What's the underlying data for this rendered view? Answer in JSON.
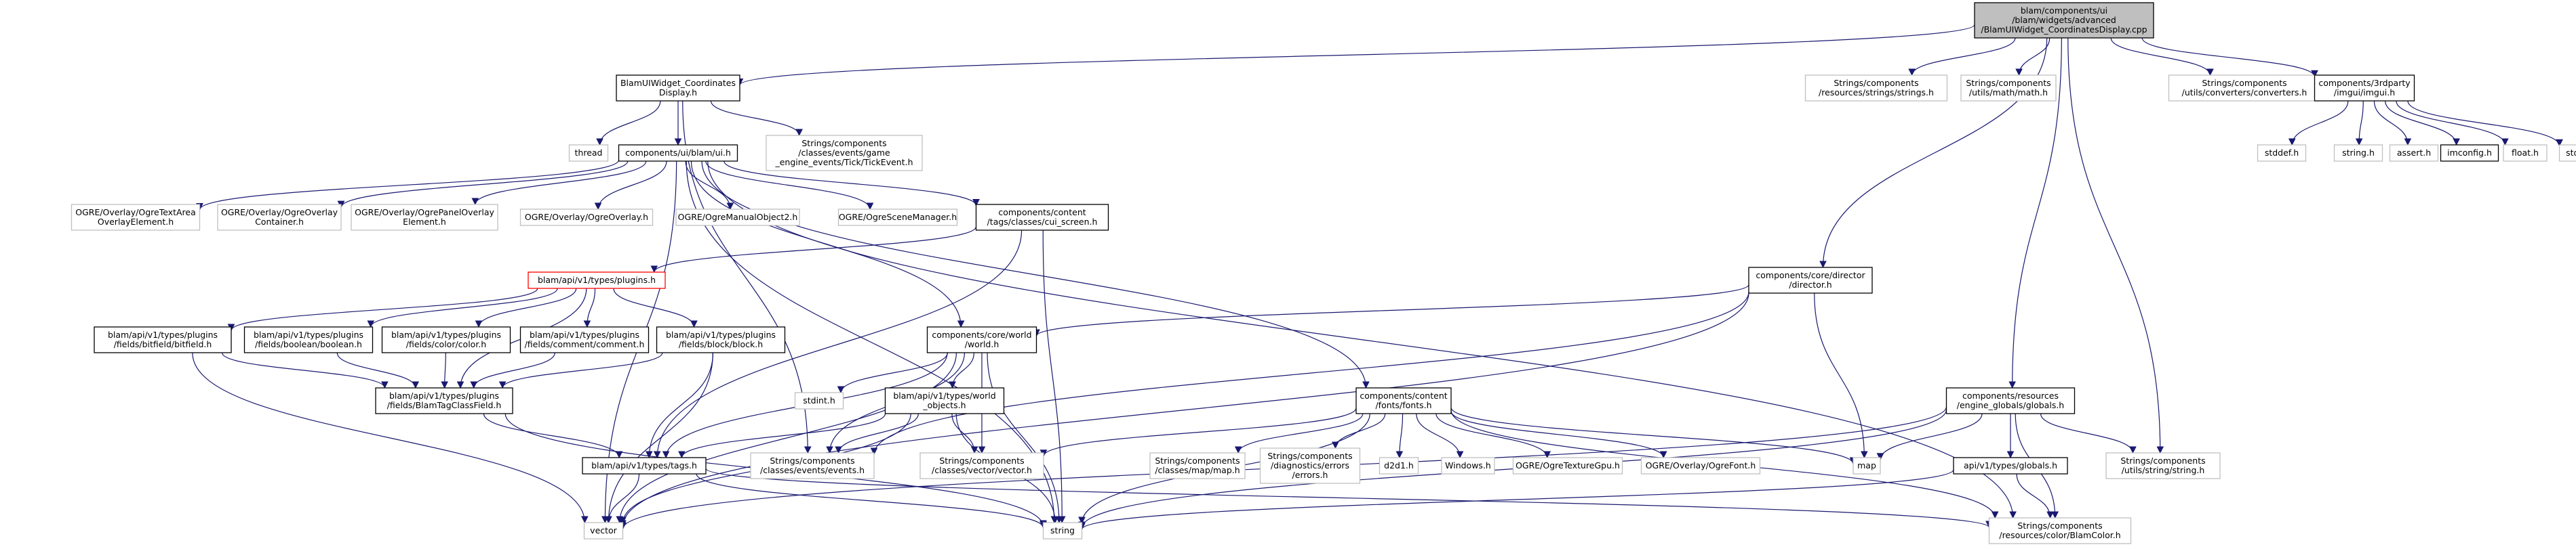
{
  "graph": {
    "nodes": [
      {
        "id": "root",
        "lines": [
          "blam/components/ui",
          "/blam/widgets/advanced",
          "/BlamUIWidget_CoordinatesDisplay.cpp"
        ],
        "style": "root"
      },
      {
        "id": "bwcd",
        "lines": [
          "BlamUIWidget_Coordinates",
          "Display.h"
        ],
        "style": "doc"
      },
      {
        "id": "strings",
        "lines": [
          "Strings/components",
          "/resources/strings/strings.h"
        ],
        "style": "ext"
      },
      {
        "id": "mathh",
        "lines": [
          "Strings/components",
          "/utils/math/math.h"
        ],
        "style": "ext"
      },
      {
        "id": "converters",
        "lines": [
          "Strings/components",
          "/utils/converters/converters.h"
        ],
        "style": "ext"
      },
      {
        "id": "imgui",
        "lines": [
          "components/3rdparty",
          "/imgui/imgui.h"
        ],
        "style": "doc"
      },
      {
        "id": "thread",
        "lines": [
          "thread"
        ],
        "style": "ext"
      },
      {
        "id": "uih",
        "lines": [
          "components/ui/blam/ui.h"
        ],
        "style": "doc"
      },
      {
        "id": "tick",
        "lines": [
          "Strings/components",
          "/classes/events/game",
          "_engine_events/Tick/TickEvent.h"
        ],
        "style": "ext"
      },
      {
        "id": "stddef",
        "lines": [
          "stddef.h"
        ],
        "style": "ext"
      },
      {
        "id": "stringh",
        "lines": [
          "string.h"
        ],
        "style": "ext"
      },
      {
        "id": "asserth",
        "lines": [
          "assert.h"
        ],
        "style": "ext"
      },
      {
        "id": "imconfig",
        "lines": [
          "imconfig.h"
        ],
        "style": "doc"
      },
      {
        "id": "floath",
        "lines": [
          "float.h"
        ],
        "style": "ext"
      },
      {
        "id": "stdarg",
        "lines": [
          "stdarg.h"
        ],
        "style": "ext"
      },
      {
        "id": "ogre_textarea",
        "lines": [
          "OGRE/Overlay/OgreTextArea",
          "OverlayElement.h"
        ],
        "style": "ext"
      },
      {
        "id": "ogre_container",
        "lines": [
          "OGRE/Overlay/OgreOverlay",
          "Container.h"
        ],
        "style": "ext"
      },
      {
        "id": "ogre_panel",
        "lines": [
          "OGRE/Overlay/OgrePanelOverlay",
          "Element.h"
        ],
        "style": "ext"
      },
      {
        "id": "ogre_overlay",
        "lines": [
          "OGRE/Overlay/OgreOverlay.h"
        ],
        "style": "ext"
      },
      {
        "id": "ogre_manual",
        "lines": [
          "OGRE/OgreManualObject2.h"
        ],
        "style": "ext"
      },
      {
        "id": "ogre_scene",
        "lines": [
          "OGRE/OgreSceneManager.h"
        ],
        "style": "ext"
      },
      {
        "id": "cui_screen",
        "lines": [
          "components/content",
          "/tags/classes/cui_screen.h"
        ],
        "style": "doc"
      },
      {
        "id": "director",
        "lines": [
          "components/core/director",
          "/director.h"
        ],
        "style": "doc"
      },
      {
        "id": "plugins",
        "lines": [
          "blam/api/v1/types/plugins.h"
        ],
        "style": "red"
      },
      {
        "id": "bitfield",
        "lines": [
          "blam/api/v1/types/plugins",
          "/fields/bitfield/bitfield.h"
        ],
        "style": "doc"
      },
      {
        "id": "boolean",
        "lines": [
          "blam/api/v1/types/plugins",
          "/fields/boolean/boolean.h"
        ],
        "style": "doc"
      },
      {
        "id": "color",
        "lines": [
          "blam/api/v1/types/plugins",
          "/fields/color/color.h"
        ],
        "style": "doc"
      },
      {
        "id": "comment",
        "lines": [
          "blam/api/v1/types/plugins",
          "/fields/comment/comment.h"
        ],
        "style": "doc"
      },
      {
        "id": "block",
        "lines": [
          "blam/api/v1/types/plugins",
          "/fields/block/block.h"
        ],
        "style": "doc"
      },
      {
        "id": "world",
        "lines": [
          "components/core/world",
          "/world.h"
        ],
        "style": "doc"
      },
      {
        "id": "tagclass",
        "lines": [
          "blam/api/v1/types/plugins",
          "/fields/BlamTagClassField.h"
        ],
        "style": "doc"
      },
      {
        "id": "stdint",
        "lines": [
          "stdint.h"
        ],
        "style": "ext"
      },
      {
        "id": "world_objects",
        "lines": [
          "blam/api/v1/types/world",
          "_objects.h"
        ],
        "style": "doc"
      },
      {
        "id": "fonts",
        "lines": [
          "components/content",
          "/fonts/fonts.h"
        ],
        "style": "doc"
      },
      {
        "id": "globals",
        "lines": [
          "components/resources",
          "/engine_globals/globals.h"
        ],
        "style": "doc"
      },
      {
        "id": "tags",
        "lines": [
          "blam/api/v1/types/tags.h"
        ],
        "style": "doc"
      },
      {
        "id": "events",
        "lines": [
          "Strings/components",
          "/classes/events/events.h"
        ],
        "style": "ext"
      },
      {
        "id": "vectorh",
        "lines": [
          "Strings/components",
          "/classes/vector/vector.h"
        ],
        "style": "ext"
      },
      {
        "id": "maph",
        "lines": [
          "Strings/components",
          "/classes/map/map.h"
        ],
        "style": "ext"
      },
      {
        "id": "errors",
        "lines": [
          "Strings/components",
          "/diagnostics/errors",
          "/errors.h"
        ],
        "style": "ext"
      },
      {
        "id": "d2d1",
        "lines": [
          "d2d1.h"
        ],
        "style": "ext"
      },
      {
        "id": "windows",
        "lines": [
          "Windows.h"
        ],
        "style": "ext"
      },
      {
        "id": "ogre_texgpu",
        "lines": [
          "OGRE/OgreTextureGpu.h"
        ],
        "style": "ext"
      },
      {
        "id": "ogre_font",
        "lines": [
          "OGRE/Overlay/OgreFont.h"
        ],
        "style": "ext"
      },
      {
        "id": "map",
        "lines": [
          "map"
        ],
        "style": "ext"
      },
      {
        "id": "api_globals",
        "lines": [
          "api/v1/types/globals.h"
        ],
        "style": "doc"
      },
      {
        "id": "strng",
        "lines": [
          "Strings/components",
          "/utils/string/string.h"
        ],
        "style": "ext"
      },
      {
        "id": "vector",
        "lines": [
          "vector"
        ],
        "style": "ext"
      },
      {
        "id": "string",
        "lines": [
          "string"
        ],
        "style": "ext"
      },
      {
        "id": "blamcolor",
        "lines": [
          "Strings/components",
          "/resources/color/BlamColor.h"
        ],
        "style": "ext"
      }
    ],
    "edges": [
      [
        "root",
        "bwcd"
      ],
      [
        "root",
        "strings"
      ],
      [
        "root",
        "mathh"
      ],
      [
        "root",
        "converters"
      ],
      [
        "root",
        "imgui"
      ],
      [
        "root",
        "director"
      ],
      [
        "root",
        "globals"
      ],
      [
        "root",
        "strng"
      ],
      [
        "bwcd",
        "thread"
      ],
      [
        "bwcd",
        "uih"
      ],
      [
        "bwcd",
        "tick"
      ],
      [
        "bwcd",
        "events"
      ],
      [
        "imgui",
        "stddef"
      ],
      [
        "imgui",
        "stringh"
      ],
      [
        "imgui",
        "asserth"
      ],
      [
        "imgui",
        "imconfig"
      ],
      [
        "imgui",
        "floath"
      ],
      [
        "imgui",
        "stdarg"
      ],
      [
        "uih",
        "ogre_textarea"
      ],
      [
        "uih",
        "ogre_container"
      ],
      [
        "uih",
        "ogre_panel"
      ],
      [
        "uih",
        "ogre_overlay"
      ],
      [
        "uih",
        "ogre_manual"
      ],
      [
        "uih",
        "ogre_scene"
      ],
      [
        "uih",
        "cui_screen"
      ],
      [
        "uih",
        "world"
      ],
      [
        "uih",
        "fonts"
      ],
      [
        "uih",
        "vector"
      ],
      [
        "uih",
        "string"
      ],
      [
        "uih",
        "blamcolor"
      ],
      [
        "cui_screen",
        "plugins"
      ],
      [
        "cui_screen",
        "tags"
      ],
      [
        "cui_screen",
        "string"
      ],
      [
        "director",
        "world"
      ],
      [
        "director",
        "events"
      ],
      [
        "director",
        "map"
      ],
      [
        "director",
        "vector"
      ],
      [
        "plugins",
        "bitfield"
      ],
      [
        "plugins",
        "boolean"
      ],
      [
        "plugins",
        "color"
      ],
      [
        "plugins",
        "comment"
      ],
      [
        "plugins",
        "block"
      ],
      [
        "plugins",
        "tagclass"
      ],
      [
        "bitfield",
        "tagclass"
      ],
      [
        "bitfield",
        "vector"
      ],
      [
        "boolean",
        "tagclass"
      ],
      [
        "color",
        "tagclass"
      ],
      [
        "comment",
        "tagclass"
      ],
      [
        "block",
        "tagclass"
      ],
      [
        "block",
        "tags"
      ],
      [
        "block",
        "vector"
      ],
      [
        "world",
        "stdint"
      ],
      [
        "world",
        "world_objects"
      ],
      [
        "world",
        "tags"
      ],
      [
        "world",
        "events"
      ],
      [
        "world",
        "vectorh"
      ],
      [
        "world",
        "string"
      ],
      [
        "world",
        "vector"
      ],
      [
        "tagclass",
        "tags"
      ],
      [
        "tagclass",
        "string"
      ],
      [
        "world_objects",
        "tags"
      ],
      [
        "world_objects",
        "events"
      ],
      [
        "world_objects",
        "vectorh"
      ],
      [
        "world_objects",
        "string"
      ],
      [
        "world_objects",
        "vector"
      ],
      [
        "fonts",
        "maph"
      ],
      [
        "fonts",
        "errors"
      ],
      [
        "fonts",
        "d2d1"
      ],
      [
        "fonts",
        "windows"
      ],
      [
        "fonts",
        "ogre_texgpu"
      ],
      [
        "fonts",
        "ogre_font"
      ],
      [
        "fonts",
        "map"
      ],
      [
        "fonts",
        "vectorh"
      ],
      [
        "fonts",
        "string"
      ],
      [
        "fonts",
        "blamcolor"
      ],
      [
        "globals",
        "api_globals"
      ],
      [
        "globals",
        "map"
      ],
      [
        "globals",
        "strng"
      ],
      [
        "globals",
        "blamcolor"
      ],
      [
        "globals",
        "vector"
      ],
      [
        "globals",
        "string"
      ],
      [
        "api_globals",
        "string"
      ],
      [
        "api_globals",
        "blamcolor"
      ],
      [
        "tags",
        "vector"
      ],
      [
        "tags",
        "string"
      ],
      [
        "tags",
        "blamcolor"
      ]
    ]
  },
  "colors": {
    "edge": "#191970",
    "root_fill": "#bfbfbf",
    "doc_border": "#000000",
    "ext_border": "#bfbfbf",
    "red_border": "#ff0000",
    "ext_text": "#000000"
  }
}
